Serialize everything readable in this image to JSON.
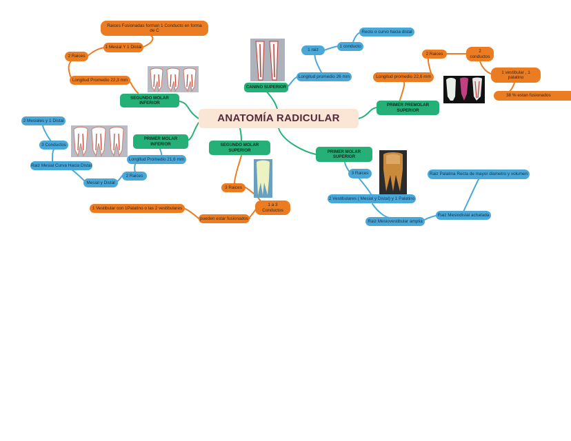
{
  "colors": {
    "orange_branch": "#ec7c22",
    "blue_branch": "#4aa8d8",
    "green_nodes": "#25b077",
    "central_bg": "#fbe6d6",
    "central_text": "#532a3a"
  },
  "central": {
    "title": "ANATOMÍA RADICULAR"
  },
  "branches": {
    "segundo_molar_inferior": {
      "title": "SEGUNDO MOLAR INFERIOR",
      "longitud": "Longitud Promedio 22,3 mm",
      "raices": "2 Raices",
      "mesial_distal": "1 Mesial Y 1 Distal",
      "fusionadas": "Raices Fusionadas forman 1 Conducto en forma de C",
      "image": "lower-molar-roots-image"
    },
    "canino_superior": {
      "title": "CANINO SUPERIOR",
      "longitud": "Longitud promedio 26 mm",
      "raiz": "1 raiz",
      "conducto": "1 conducto",
      "recto": "Recto o curvo hacia distal",
      "image": "canine-root-image"
    },
    "primer_premolar_superior": {
      "title": "PRIMER PREMOLAR SUPERIOR",
      "longitud": "Longitud promedio 22,6 mm",
      "raices": "2 Raices",
      "conductos": "2 conductos",
      "vestibular": "1 vestibular , 1 palatino",
      "porcentaje": "38 % estan fusionados",
      "image": "premolar-roots-image"
    },
    "primer_molar_inferior": {
      "title": "PRIMER MOLAR INFERIOR",
      "longitud": "Longitud Promedio 21,6 mm",
      "raices": "2 Raices",
      "mesial_distal": "Mesial y Distal",
      "mesiales": "2 Mesiales y 1 Distal",
      "conductos": "3 Conductos",
      "curva": "Raiz Mesial Curva Hacia Distal",
      "image": "lower-first-molar-image"
    },
    "segundo_molar_superior": {
      "title": "SEGUNDO MOLAR SUPERIOR",
      "raices": "3 Raices",
      "conductos": "1 a 3 Conductos",
      "fusionados": "pueden estar fusionados",
      "vestibular": "1 Vestibular con 1Palatino o las 2 vestibulares",
      "image": "upper-second-molar-image"
    },
    "primer_molar_superior": {
      "title": "PRIMER MOLAR SUPERIOR",
      "raices": "3 Raices",
      "vestibulares": "2 Vestibulares ( Mesial y Distal) y 1 Palatino",
      "mesiovestibular": "Raiz Mesiovestibular amplia",
      "mesiodistal": "Raiz Mesiodistal achatada",
      "palatina": "Raiz Palatina Recta de mayor diametro y volumen",
      "image": "upper-first-molar-image"
    }
  }
}
